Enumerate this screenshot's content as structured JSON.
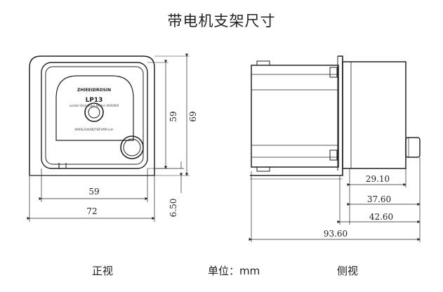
{
  "title": "带电机支架尺寸",
  "captions": {
    "front": "正视",
    "unit": "单位：mm",
    "side": "侧视"
  },
  "front_view": {
    "model": "LP13",
    "brand_line": "ZHIEEIDROSIN",
    "spec_line": "Lanlaki Distributor   Model: 0000000",
    "url_line": "WWW.ZHIUNDTIEPUMP.com",
    "dims": {
      "inner_width": "59",
      "outer_width": "72",
      "inner_height": "59",
      "outer_height": "69",
      "bottom_offset": "6.50"
    }
  },
  "side_view": {
    "dims": {
      "d1": "29.10",
      "d2": "37.60",
      "d3": "42.60",
      "total": "93.60"
    }
  }
}
